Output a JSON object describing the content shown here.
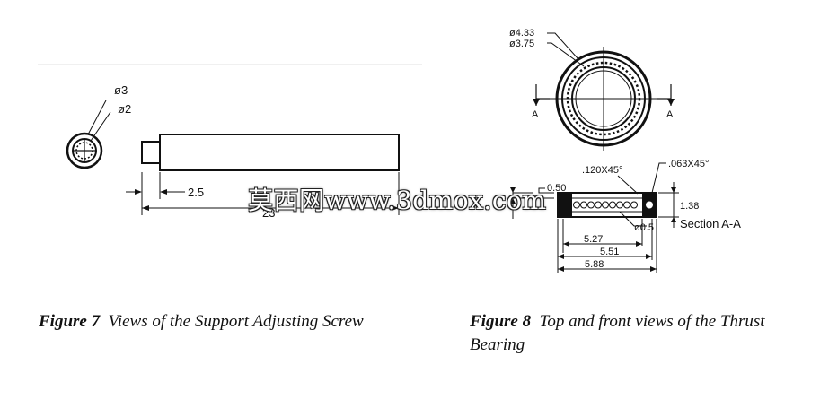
{
  "figure7": {
    "dims": {
      "d_outer": "ø3",
      "d_inner": "ø2",
      "len_short": "2.5",
      "len_total": "23"
    },
    "caption": {
      "label": "Figure 7",
      "text": "Views of the Support Adjusting Screw"
    }
  },
  "figure8": {
    "dims": {
      "d_outer": "ø4.33",
      "d_inner": "ø3.75",
      "chamfer_left": ".120X45°",
      "chamfer_right": ".063X45°",
      "thickness": "0.50",
      "height": "1.38",
      "ball": "ø0.5",
      "w1": "5.27",
      "w2": "5.51",
      "w3": "5.88"
    },
    "section_mark": "A",
    "section_label": "Section A-A",
    "caption": {
      "label": "Figure 8",
      "text": "Top and front views of the Thrust Bearing"
    }
  },
  "watermark": "莫西网www.3dmox.com"
}
